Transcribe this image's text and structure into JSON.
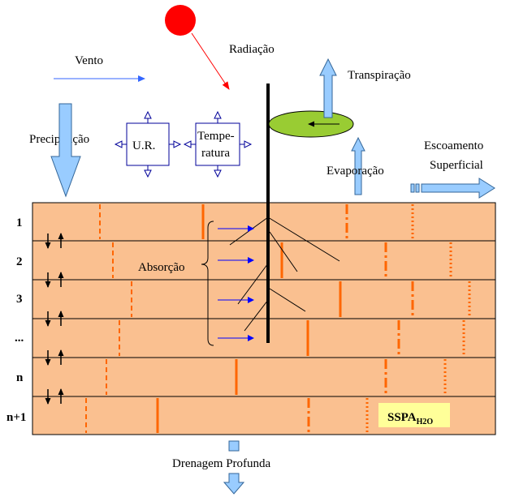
{
  "labels": {
    "vento": "Vento",
    "radiacao": "Radiação",
    "transpiracao": "Transpiração",
    "precipitacao": "Precipitação",
    "ur": "U.R.",
    "temp_line1": "Tempe-",
    "temp_line2": "ratura",
    "escoamento_line1": "Escoamento",
    "escoamento_line2": "Superficial",
    "evaporacao": "Evaporação",
    "absorcao": "Absorção",
    "drenagem": "Drenagem Profunda",
    "sspa_main": "SSPA",
    "sspa_sub": "H2O"
  },
  "layers": [
    "1",
    "2",
    "3",
    "...",
    "n",
    "n+1"
  ],
  "colors": {
    "soil": "#FAC090",
    "sun": "#FF0000",
    "leaf": "#99CC33",
    "arrow_fill": "#99CCFF",
    "arrow_stroke": "#336699",
    "wind": "#3366FF",
    "absorb": "#0000FF",
    "orange": "#FF6600",
    "sspa_box": "#FFFF99"
  }
}
